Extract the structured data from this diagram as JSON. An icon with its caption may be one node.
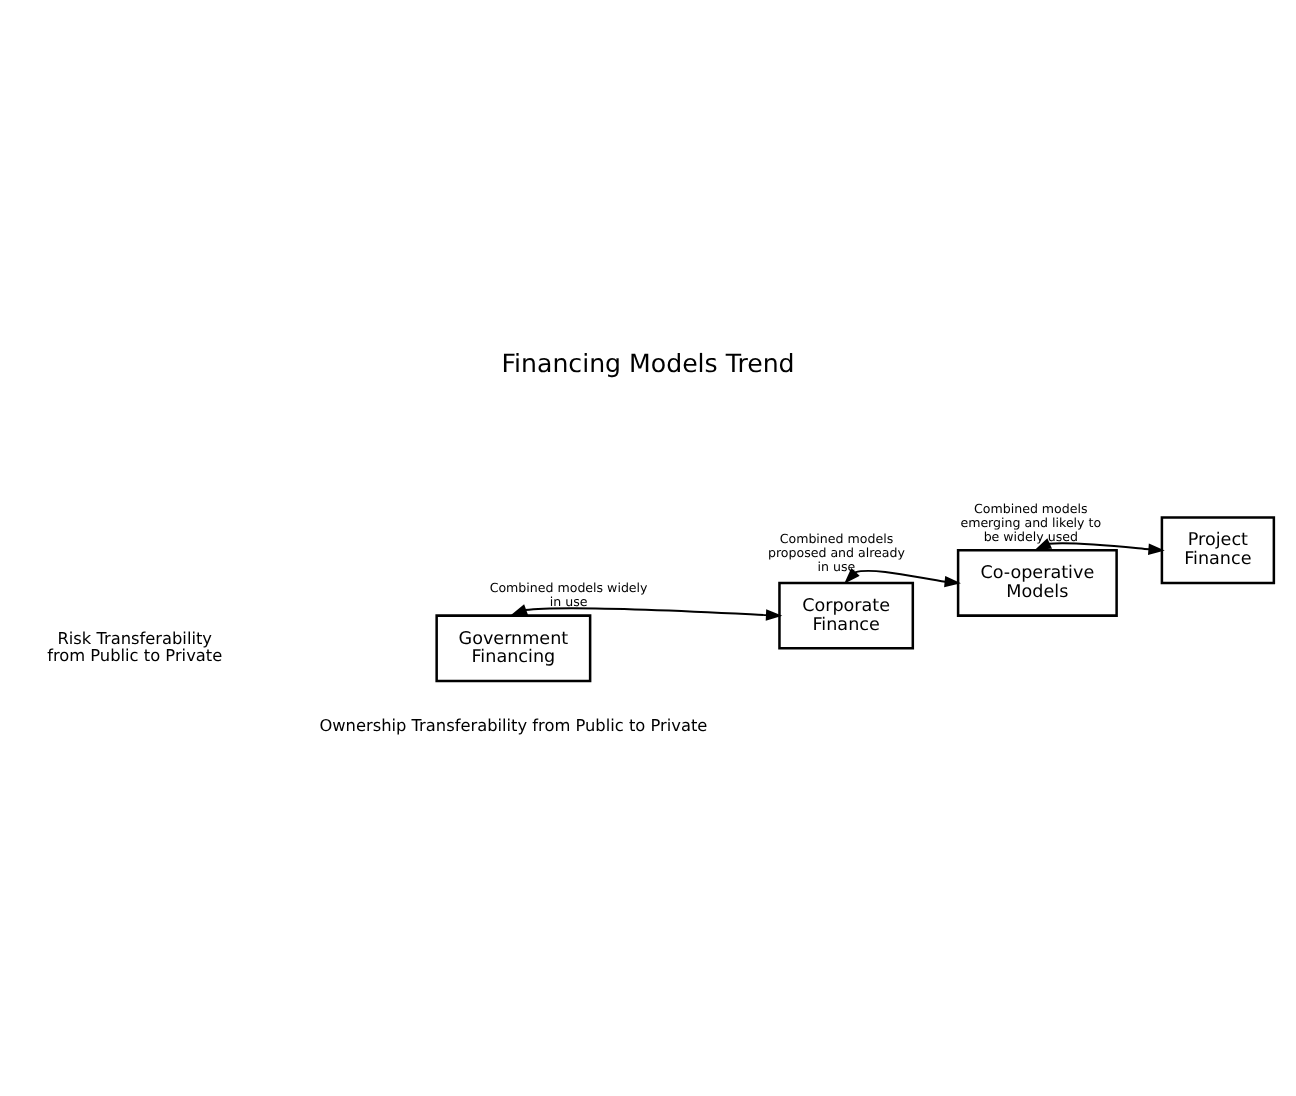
{
  "diagram": {
    "title": "Financing Models Trend",
    "nodes": [
      {
        "text": [
          "Government Financing"
        ]
      },
      {
        "text": [
          "Corporate Finance"
        ]
      },
      {
        "text": [
          "Co-operative Models"
        ]
      },
      {
        "text": [
          "Project Finance"
        ]
      }
    ],
    "edges": [
      {
        "from": 0,
        "to": 1,
        "arrow": "both",
        "label": "Combined models widely in use"
      },
      {
        "from": 1,
        "to": 2,
        "arrow": "both",
        "label": "Combined models proposed and already in use"
      },
      {
        "from": 2,
        "to": 3,
        "arrow": "both",
        "label": "Combined models emerging and likely to be widely used"
      }
    ],
    "labels": [
      "Risk Transferability from Public to Private",
      "Ownership Transferability from Public to Private"
    ]
  }
}
